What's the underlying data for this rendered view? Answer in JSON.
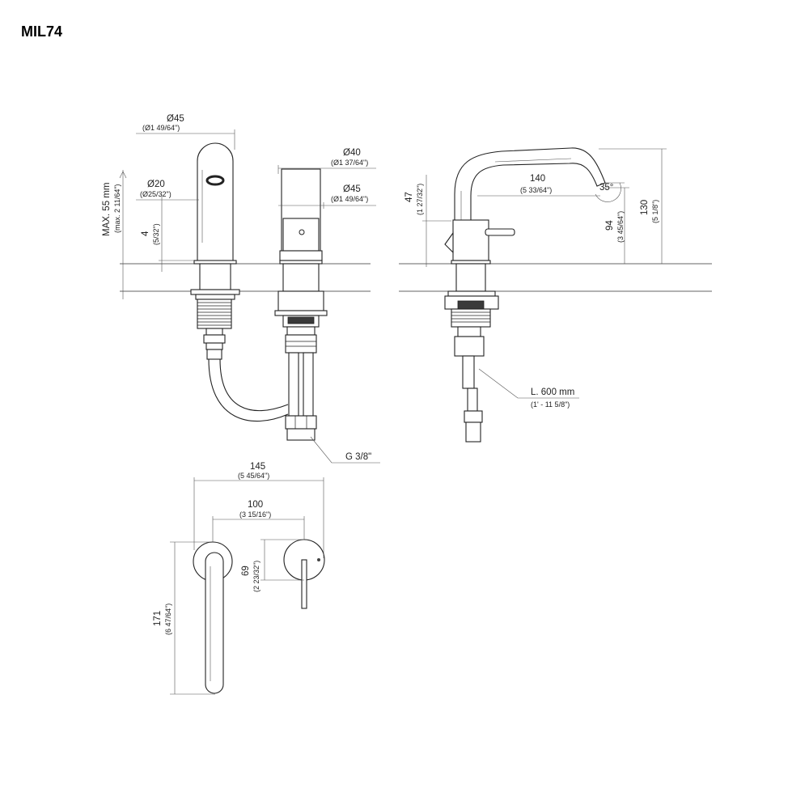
{
  "title": "MIL74",
  "front_view": {
    "spout_diameter": "Ø45",
    "spout_diameter_in": "(Ø1 49/64\")",
    "aerator_diameter": "Ø20",
    "aerator_diameter_in": "(Ø25/32\")",
    "handle_diameter": "Ø40",
    "handle_diameter_in": "(Ø1 37/64\")",
    "body_diameter": "Ø45",
    "body_diameter_in": "(Ø1 49/64\")",
    "deck_thickness": "MAX. 55 mm",
    "deck_thickness_in": "(max. 2 11/64\")",
    "base_height": "4",
    "base_height_in": "(5/32\")",
    "connection": "G 3/8\""
  },
  "side_view": {
    "reach": "140",
    "reach_in": "(5 33/64\")",
    "angle": "35°",
    "total_height": "130",
    "total_height_in": "(5 1/8\")",
    "outlet_height": "94",
    "outlet_height_in": "(3 45/64\")",
    "lever_height": "47",
    "lever_height_in": "(1 27/32\")",
    "hose_length": "L. 600 mm",
    "hose_length_in": "(1' - 11 5/8\")"
  },
  "top_view": {
    "overall_width": "145",
    "overall_width_in": "(5 45/64\")",
    "center_distance": "100",
    "center_distance_in": "(3 15/16\")",
    "handle_diameter": "69",
    "handle_diameter_in": "(2 23/32\")",
    "spout_length": "171",
    "spout_length_in": "(6 47/64\")"
  }
}
